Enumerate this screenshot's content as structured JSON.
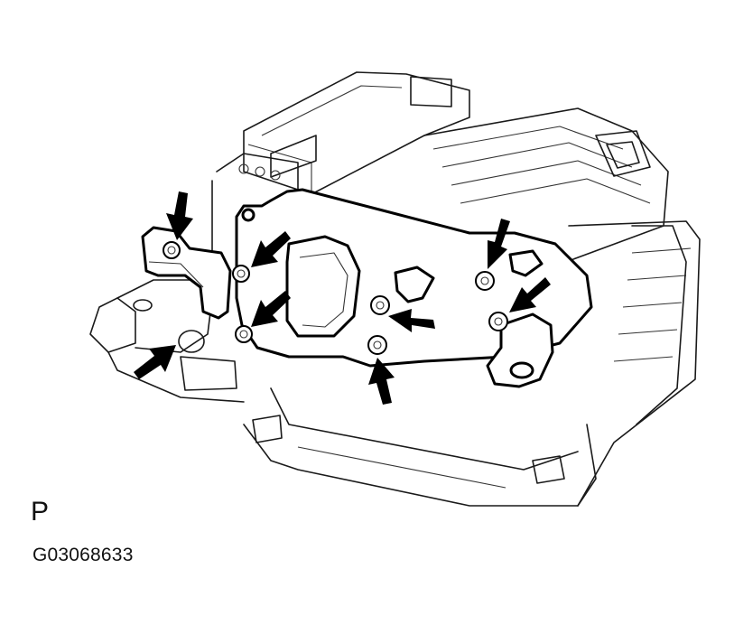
{
  "labels": {
    "view_letter": "P",
    "figure_code": "G03068633"
  },
  "colors": {
    "line": "#1a1a1a",
    "arrow": "#000000",
    "background": "#ffffff"
  },
  "arrow_count": 8,
  "bolt_count": 7
}
